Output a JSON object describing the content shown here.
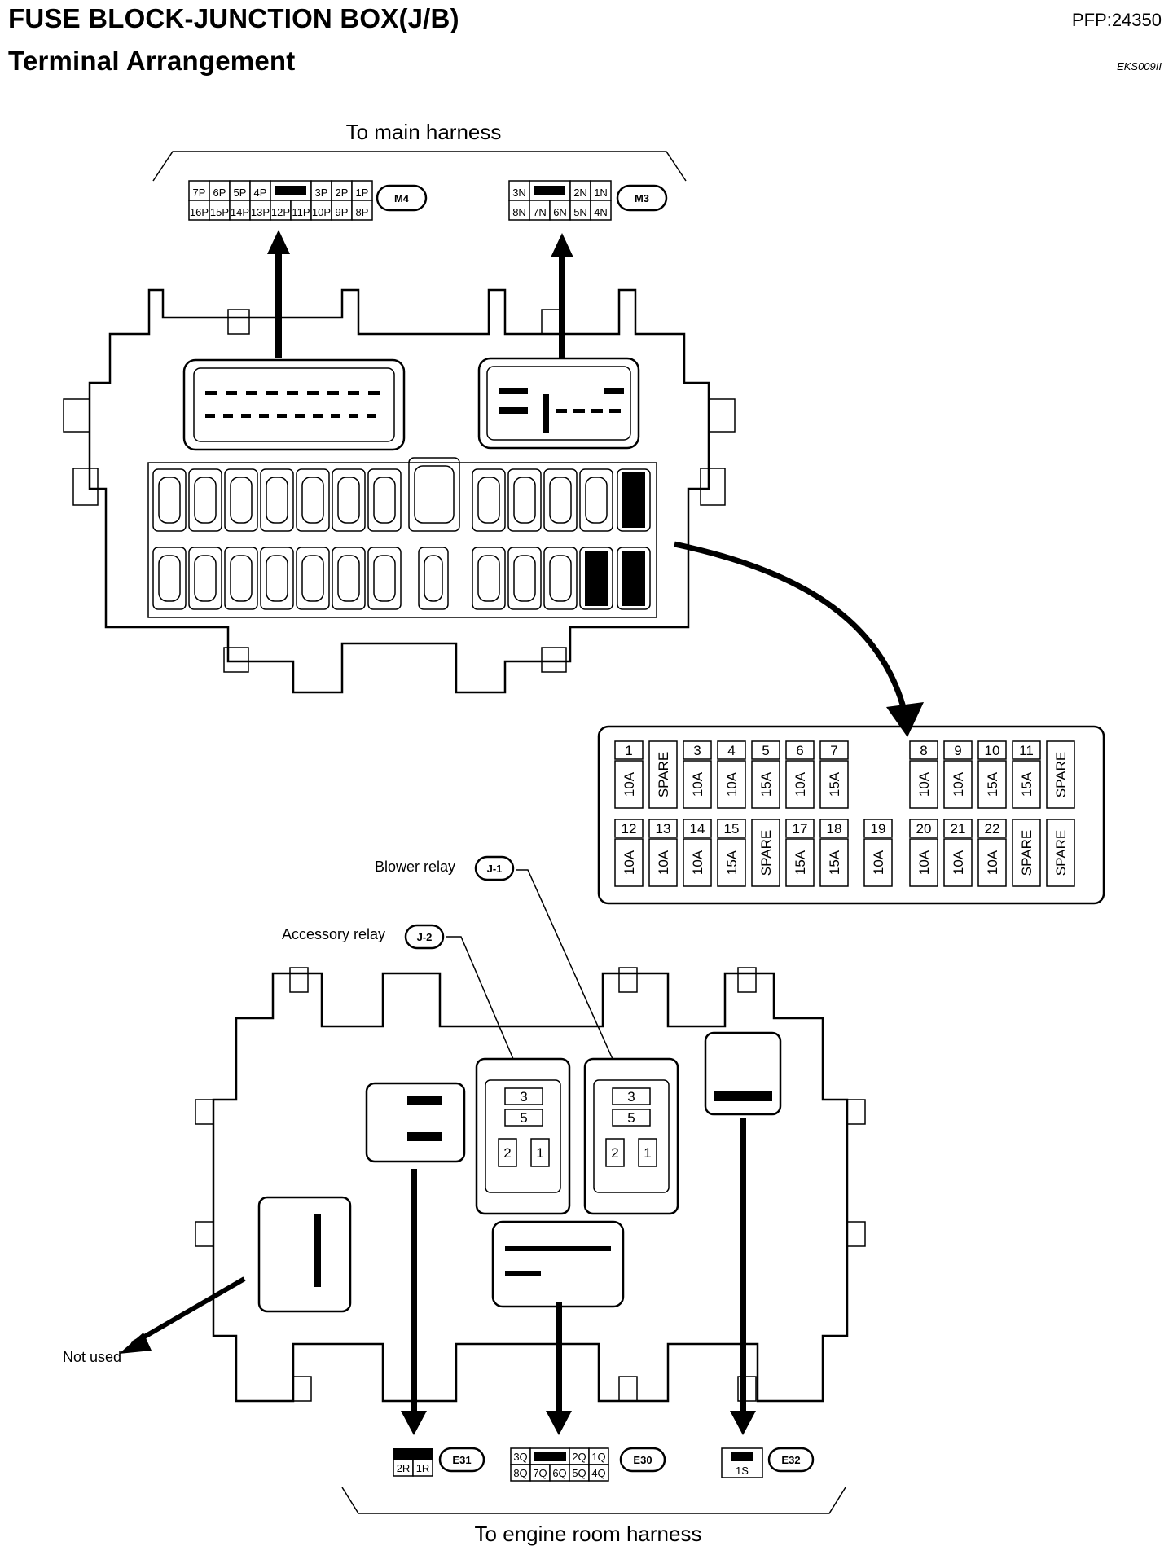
{
  "header": {
    "title": "FUSE BLOCK-JUNCTION BOX(J/B)",
    "subtitle": "Terminal Arrangement",
    "part_code": "PFP:24350",
    "doc_code": "EKS009II"
  },
  "labels": {
    "main_harness": "To main harness",
    "engine_harness": "To engine room harness",
    "blower_relay": "Blower relay",
    "accessory_relay": "Accessory relay",
    "not_used": "Not used"
  },
  "connectors": {
    "m4": {
      "id": "M4",
      "top": [
        "7P",
        "6P",
        "5P",
        "4P",
        "",
        "3P",
        "2P",
        "1P"
      ],
      "bottom": [
        "16P",
        "15P",
        "14P",
        "13P",
        "12P",
        "11P",
        "10P",
        "9P",
        "8P"
      ]
    },
    "m3": {
      "id": "M3",
      "left": [
        "3N",
        "8N"
      ],
      "top": [
        "",
        "2N",
        "1N"
      ],
      "bottom": [
        "7N",
        "6N",
        "5N",
        "4N"
      ]
    },
    "e31": {
      "id": "E31",
      "pins": [
        "2R",
        "1R"
      ]
    },
    "e30": {
      "id": "E30",
      "top": [
        "3Q",
        "",
        "2Q",
        "1Q"
      ],
      "bottom": [
        "8Q",
        "7Q",
        "6Q",
        "5Q",
        "4Q"
      ]
    },
    "e32": {
      "id": "E32",
      "pins": [
        "1S"
      ]
    }
  },
  "relays": {
    "j1": {
      "id": "J-1",
      "pins": [
        "3",
        "5",
        "2",
        "1"
      ]
    },
    "j2": {
      "id": "J-2",
      "pins": [
        "3",
        "5",
        "2",
        "1"
      ]
    }
  },
  "fuses": {
    "row1": [
      {
        "no": "1",
        "amp": "10A"
      },
      {
        "no": "",
        "amp": "SPARE"
      },
      {
        "no": "3",
        "amp": "10A"
      },
      {
        "no": "4",
        "amp": "10A"
      },
      {
        "no": "5",
        "amp": "15A"
      },
      {
        "no": "6",
        "amp": "10A"
      },
      {
        "no": "7",
        "amp": "15A"
      },
      {
        "no": "8",
        "amp": "10A"
      },
      {
        "no": "9",
        "amp": "10A"
      },
      {
        "no": "10",
        "amp": "15A"
      },
      {
        "no": "11",
        "amp": "15A"
      },
      {
        "no": "",
        "amp": "SPARE"
      }
    ],
    "row2": [
      {
        "no": "12",
        "amp": "10A"
      },
      {
        "no": "13",
        "amp": "10A"
      },
      {
        "no": "14",
        "amp": "10A"
      },
      {
        "no": "15",
        "amp": "15A"
      },
      {
        "no": "",
        "amp": "SPARE"
      },
      {
        "no": "17",
        "amp": "15A"
      },
      {
        "no": "18",
        "amp": "15A"
      },
      {
        "no": "19",
        "amp": "10A"
      },
      {
        "no": "20",
        "amp": "10A"
      },
      {
        "no": "21",
        "amp": "10A"
      },
      {
        "no": "22",
        "amp": "10A"
      },
      {
        "no": "",
        "amp": "SPARE"
      },
      {
        "no": "",
        "amp": "SPARE"
      }
    ]
  }
}
